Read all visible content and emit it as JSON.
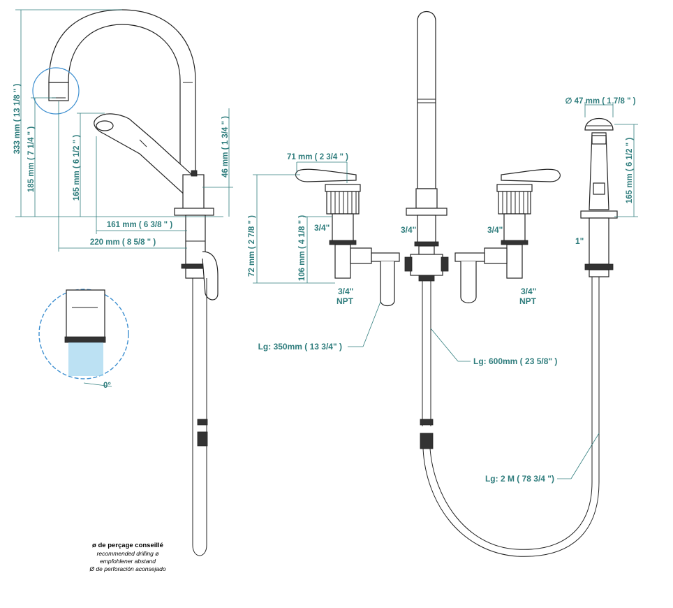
{
  "colors": {
    "dimension": "#2f7d7d",
    "outline": "#222222",
    "detail_circle": "#3d8fd0",
    "flow": "#9fd4ee"
  },
  "dimensions": {
    "total_height": "333 mm  ( 13 1/8 \" )",
    "spout_height": "185 mm  ( 7 1/4 \" )",
    "handshower_height_left": "165 mm  ( 6 1/2 \" )",
    "handle_height": "46 mm  ( 1 3/4 \" )",
    "reach_161": "161 mm  ( 6 3/8 \" )",
    "reach_220": "220 mm  ( 8 5/8 \" )",
    "lever_71": "71 mm  ( 2 3/4 \" )",
    "valve_72": "72 mm  ( 2 7/8 \" )",
    "valve_106": "106 mm  ( 4 1/8 \" )",
    "diameter_47": "∅  47 mm  ( 1 7/8 \" )",
    "handshower_height_right": "165 mm  ( 6 1/2 \" )"
  },
  "labels": {
    "thread_left": "3/4\"",
    "thread_center": "3/4\"",
    "thread_right": "3/4\"",
    "npt_left_1": "3/4\"",
    "npt_left_2": "NPT",
    "npt_right_1": "3/4\"",
    "npt_right_2": "NPT",
    "inch_1": "1\"",
    "hose_350": "Lg: 350mm  ( 13 3/4\" )",
    "hose_600": "Lg: 600mm  ( 23 5/8\" )",
    "hose_2m": "Lg: 2 M  ( 78 3/4 \")",
    "angle": "0°"
  },
  "note": {
    "title": "ø de perçage conseillé",
    "line1": "recommended drilling ø",
    "line2": "empfohlener abstand",
    "line3": "Ø de perforación aconsejado"
  },
  "icons": [
    "detail-magnifier-icon"
  ]
}
